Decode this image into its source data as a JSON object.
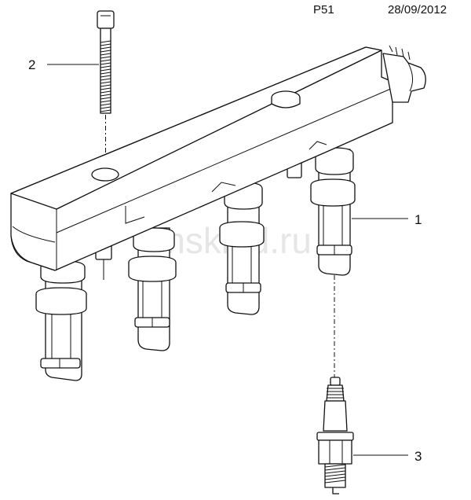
{
  "header": {
    "code": "P51",
    "date": "28/09/2012"
  },
  "callouts": [
    {
      "number": "2",
      "part": "bolt"
    },
    {
      "number": "1",
      "part": "ignition-coil"
    },
    {
      "number": "3",
      "part": "spark-plug"
    }
  ],
  "watermark": "gmsklad.ru"
}
